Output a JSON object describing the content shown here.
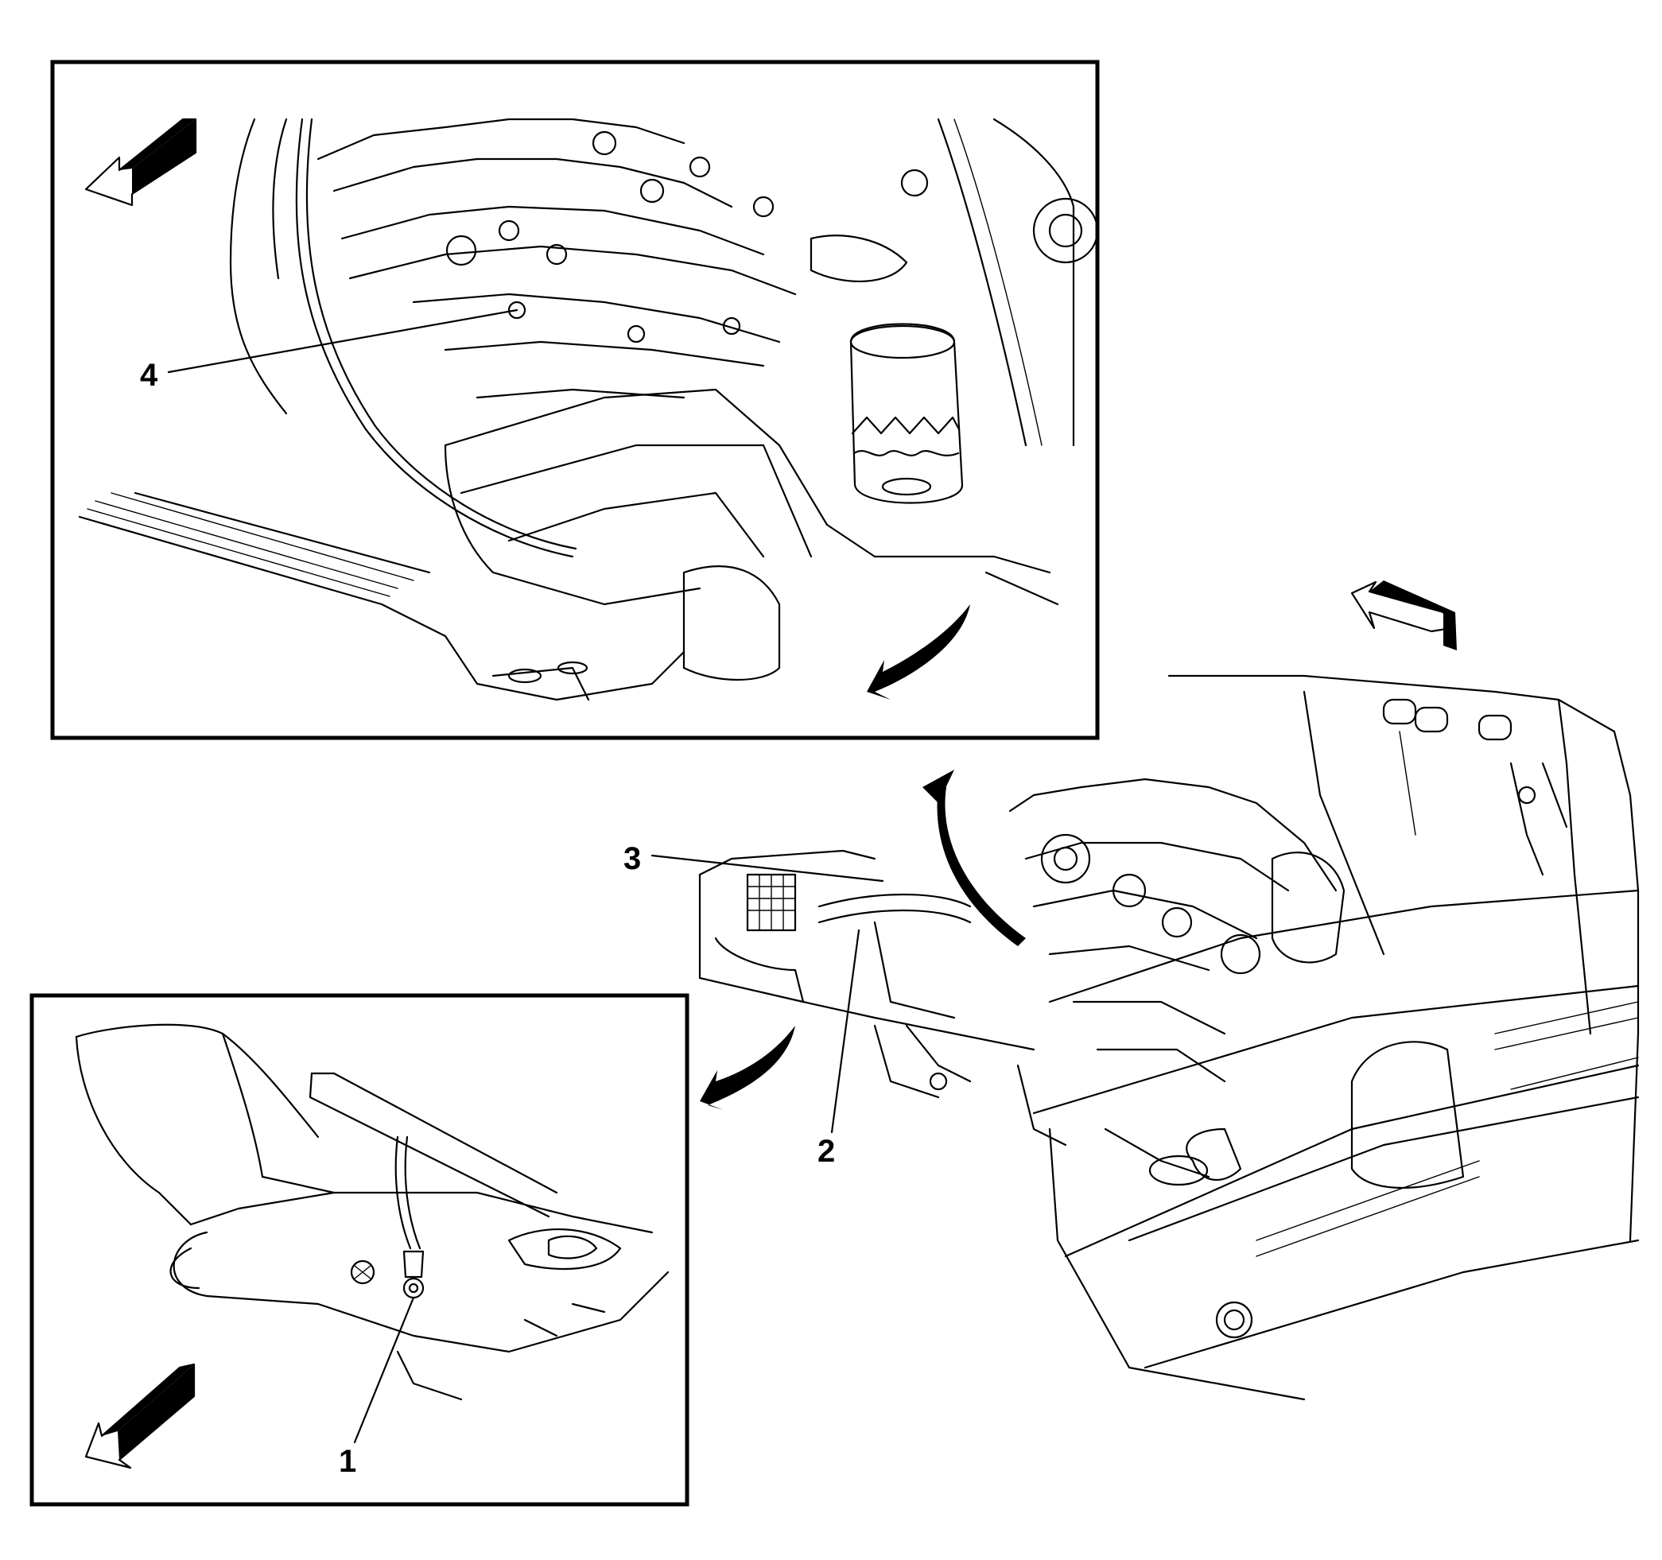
{
  "callouts": [
    {
      "id": "1",
      "label": "1"
    },
    {
      "id": "2",
      "label": "2"
    },
    {
      "id": "3",
      "label": "3"
    },
    {
      "id": "4",
      "label": "4"
    }
  ],
  "panels": {
    "top_inset": {
      "description_icon": "engine-oil-pan-detail"
    },
    "bottom_inset": {
      "description_icon": "frame-ground-strap-detail"
    },
    "main_view": {
      "description_icon": "engine-compartment-overview"
    }
  },
  "colors": {
    "line": "#000000",
    "background": "#ffffff"
  }
}
